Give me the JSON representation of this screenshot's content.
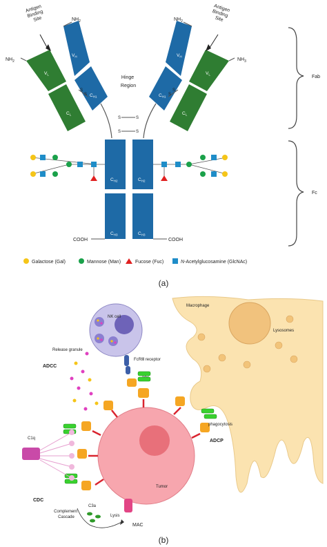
{
  "panel_a": {
    "caption": "(a)",
    "antigen_site_left": [
      "Antigen",
      "Binding",
      "Site"
    ],
    "antigen_site_right": [
      "Antigen",
      "Binding",
      "Site"
    ],
    "nh2": "NH",
    "nh2_sub": "2",
    "nh3_sub": "3",
    "hinge": [
      "Hinge",
      "Region"
    ],
    "ss": "S",
    "vl": "V",
    "vl_sub": "L",
    "vh": "V",
    "vh_sub": "H",
    "cl": "C",
    "cl_sub": "L",
    "ch1": "C",
    "ch1_sub": "H1",
    "ch2": "C",
    "ch2_sub": "H2",
    "ch3": "C",
    "ch3_sub": "H3",
    "cooh": "COOH",
    "fab": "Fab",
    "fc": "Fc",
    "legend": {
      "galactose": "Galactose (Gal)",
      "mannose": "Mannose (Man)",
      "fucose": "Fucose (Fuc)",
      "glcnac_italic": "N",
      "glcnac": "-Acetylglucosamine (GlcNAc)"
    },
    "colors": {
      "heavy_chain": "#1e6aa6",
      "heavy_chain_light": "#6f9cc4",
      "light_chain": "#2f7d32",
      "light_chain_light": "#6aa56b",
      "galactose": "#f5c518",
      "mannose": "#1aa14a",
      "fucose": "#e02020",
      "glcnac": "#1f8dc8"
    }
  },
  "panel_b": {
    "caption": "(b)",
    "nk_cell": "NK cell",
    "release_granule": "Release granule",
    "adcc": "ADCC",
    "receptor": "FcRⅢ receptor",
    "igg": "IgG",
    "macrophage": "Macrophage",
    "lysosomes": "Lysosomes",
    "phagocytosis": "phagocytosis",
    "adcp": "ADCP",
    "c1q": "C1q",
    "cdc": "CDC",
    "complement": [
      "Complement",
      "Cascade"
    ],
    "c3a": "C3a",
    "lysis": "Lysis",
    "mac": "MAC",
    "tumor": "Tumor",
    "colors": {
      "macrophage": "#fbe3b0",
      "tumor": "#f7a6ae",
      "nucleus": "#e8707a",
      "nk_cell": "#c9c4ea",
      "antibody_orange": "#f5a623",
      "receptor_green": "#39d12f"
    }
  }
}
